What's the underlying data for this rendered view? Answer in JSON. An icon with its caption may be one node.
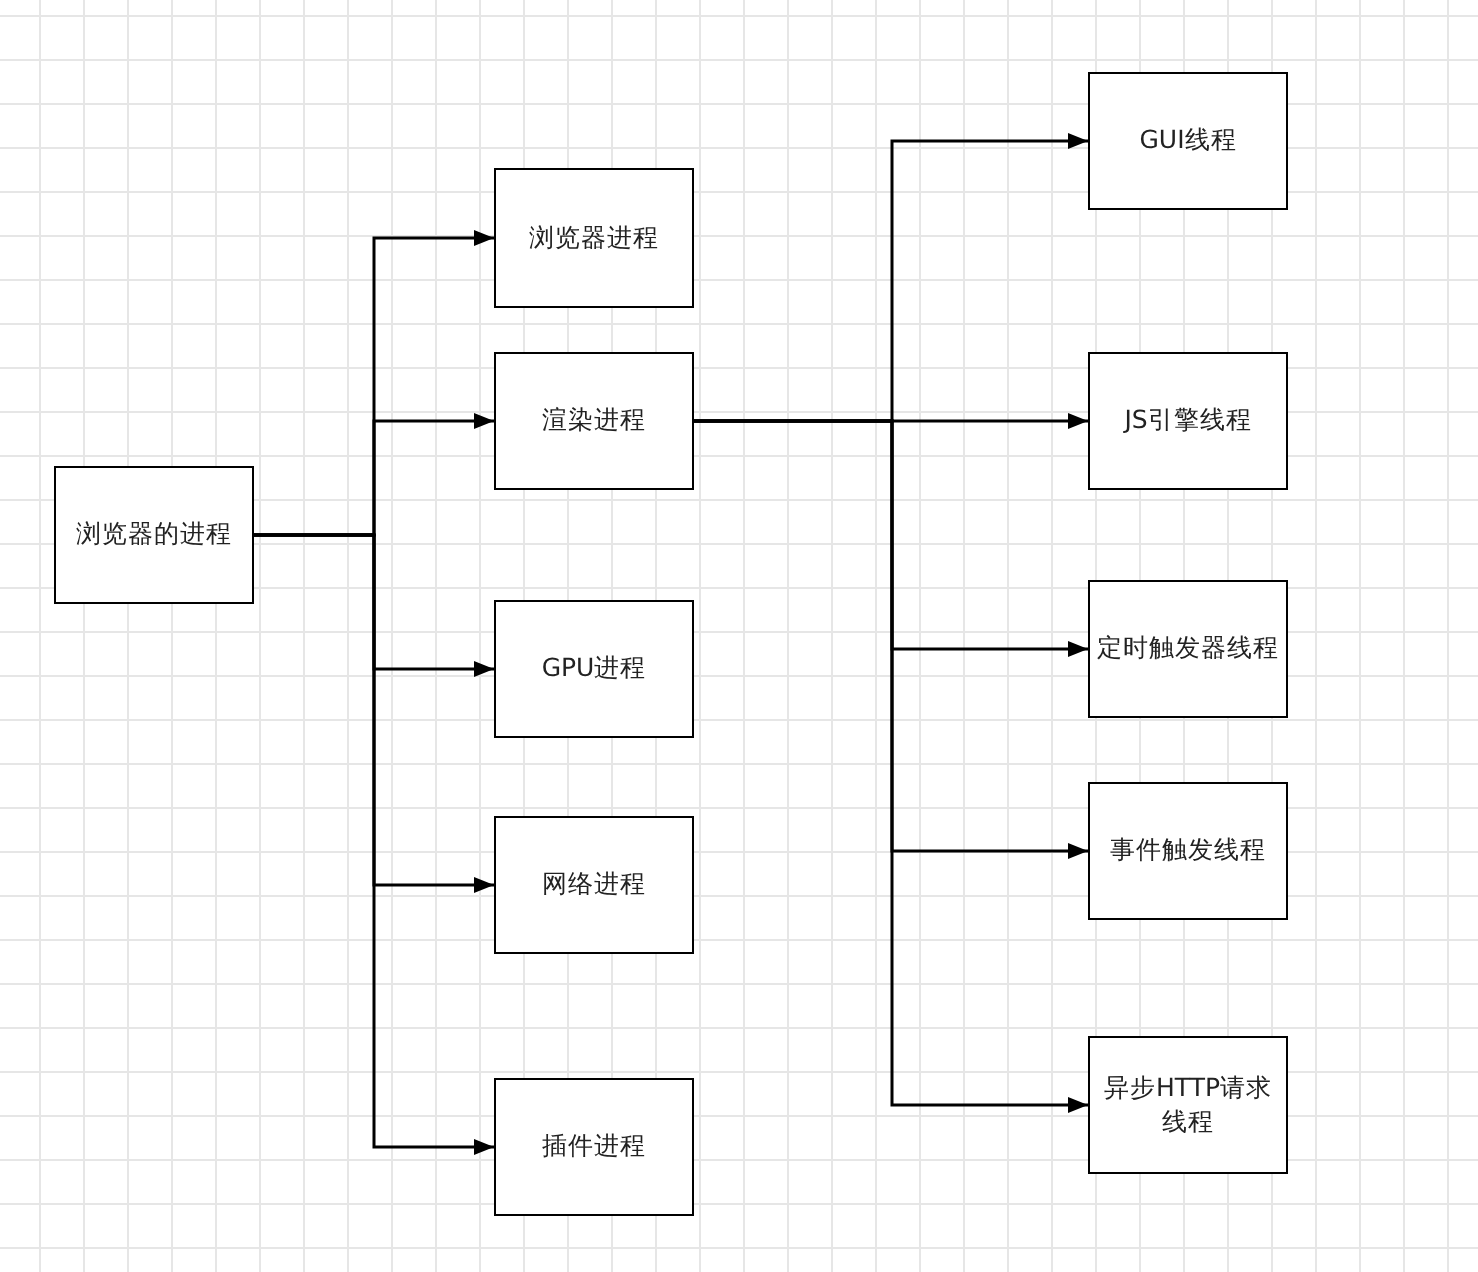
{
  "diagram": {
    "nodes": [
      {
        "text": [
          "浏览器的进程"
        ]
      },
      {
        "text": [
          "浏览器进程"
        ]
      },
      {
        "text": [
          "渲染进程"
        ]
      },
      {
        "text": [
          "GPU进程"
        ]
      },
      {
        "text": [
          "网络进程"
        ]
      },
      {
        "text": [
          "插件进程"
        ]
      },
      {
        "text": [
          "GUI线程"
        ]
      },
      {
        "text": [
          "JS引擎线程"
        ]
      },
      {
        "text": [
          "定时触发器线程"
        ]
      },
      {
        "text": [
          "事件触发线程"
        ]
      },
      {
        "text": [
          "异步HTTP请求线程"
        ]
      }
    ],
    "edges": [
      {
        "from": 0,
        "to": 1,
        "arrow": "to"
      },
      {
        "from": 0,
        "to": 2,
        "arrow": "to"
      },
      {
        "from": 0,
        "to": 3,
        "arrow": "to"
      },
      {
        "from": 0,
        "to": 4,
        "arrow": "to"
      },
      {
        "from": 0,
        "to": 5,
        "arrow": "to"
      },
      {
        "from": 2,
        "to": 6,
        "arrow": "to"
      },
      {
        "from": 2,
        "to": 7,
        "arrow": "to"
      },
      {
        "from": 2,
        "to": 8,
        "arrow": "to"
      },
      {
        "from": 2,
        "to": 9,
        "arrow": "to"
      },
      {
        "from": 2,
        "to": 10,
        "arrow": "to"
      }
    ]
  }
}
